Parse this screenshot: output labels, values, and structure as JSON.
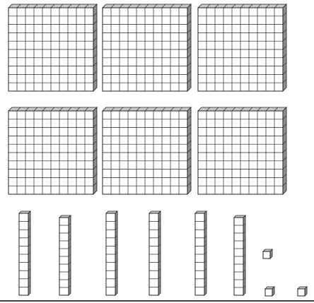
{
  "colors": {
    "background": "#ffffff",
    "grid_line": "#222222",
    "face_fill": "#ffffff",
    "side_fill": "#8e8e8e",
    "top_fill": "#c8c8c8",
    "baseline": "#000000"
  },
  "blocks": {
    "hundreds": {
      "count": 6,
      "units_per_side": 10
    },
    "tens": {
      "count": 6,
      "units_per_rod": 10
    },
    "ones": {
      "count": 3
    }
  }
}
